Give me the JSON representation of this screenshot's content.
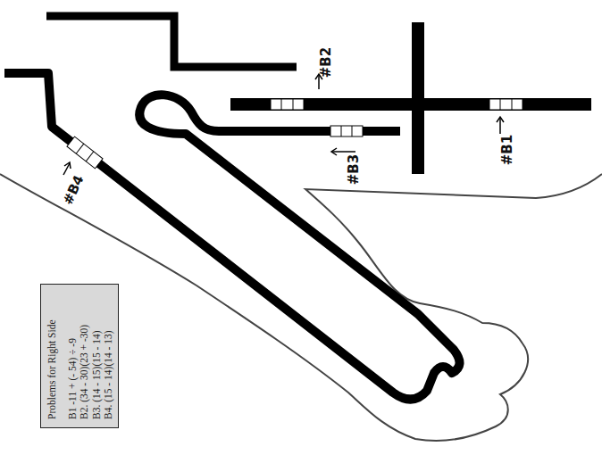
{
  "diagram": {
    "nodes": [
      {
        "text": [
          "Problems for Right Side",
          "B1 -11 + (- 54) ÷ -9",
          "B2. (34 - 30)(23 + -30)",
          "B3. (14 - 15)(15 - 14)",
          "B4. (15 - 14)(14 - 13)"
        ]
      }
    ],
    "labels": [
      "#B1",
      "#B2",
      "#B3",
      "#B4"
    ]
  }
}
